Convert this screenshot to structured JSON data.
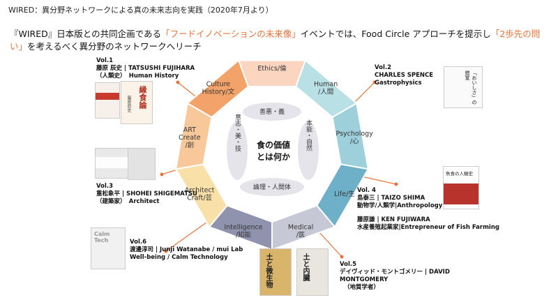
{
  "header": "WIRED：異分野ネットワークによる真の未来志向を実践（2020年7月より）",
  "lead": {
    "part1": "『WIRED』日本版との共同企画である",
    "highlight1": "「フードイノベーションの未来像」",
    "part2": "イベントでは、Food Circle アプローチを提示し",
    "highlight2": "「2歩先の問い」",
    "part3": "を考えるべく異分野のネットワークへリーチ"
  },
  "colors": {
    "accent": "#e8733a",
    "seg_ethics": "#fbd5c0",
    "seg_human": "#b9e0e4",
    "seg_psychology": "#9dd0db",
    "seg_life": "#6fb0c9",
    "seg_medical": "#c7c8d6",
    "seg_intelligence": "#8f93ae",
    "seg_architect": "#f9e0a8",
    "seg_art": "#f9c89a",
    "seg_culture": "#f3a36a",
    "inner": "#e4e4ea"
  },
  "diagram": {
    "segments": [
      {
        "line1": "Ethics/倫",
        "line2": ""
      },
      {
        "line1": "Human",
        "line2": "/人間"
      },
      {
        "line1": "Psychology",
        "line2": "/心"
      },
      {
        "line1": "Life/生",
        "line2": ""
      },
      {
        "line1": "Medical",
        "line2": "/医"
      },
      {
        "line1": "Intelligence",
        "line2": "/知能"
      },
      {
        "line1": "Architect",
        "line2": "Craft/芸"
      },
      {
        "line1": "ART",
        "line2": "Create",
        "line3": "/創"
      },
      {
        "line1": "Culture",
        "line2": "History/文"
      }
    ],
    "inner": {
      "top": "善悪・義",
      "right": "本能・自然",
      "bottom": "論理・人間体",
      "left": "意志・美・技"
    },
    "center": {
      "line1": "食の価値",
      "line2": "とは何か"
    }
  },
  "guests": [
    {
      "vol": "Vol.1",
      "line1": "藤原 辰史 | TATSUSHI FUJIHARA",
      "line2": "（人類史）　Human History"
    },
    {
      "vol": "Vol.2",
      "line1": "CHARLES SPENCE",
      "line2": "Gastrophysics"
    },
    {
      "vol": "Vol.3",
      "line1": "重松象平 | SHOHEI SHIGEMATSU",
      "line2": "（建築家）　Architect"
    },
    {
      "vol": "Vol. 4",
      "line1": "島泰三 | TAIZO SHIMA",
      "line2": "動物学/人類学|Anthropology",
      "line3": "藤原謙 | KEN FUJIWARA",
      "line4": "水産養殖起業家|Entrepreneur of Fish Farming"
    },
    {
      "vol": "Vol.5",
      "line1": "デイヴィッド・モントゴメリー | DAVID",
      "line2": "MONTGOMERY",
      "line3": "（地質学者）"
    },
    {
      "vol": "Vol.6",
      "line1": "渡邊淳司 | Junji Watanabe / mui Lab",
      "line2": "Well-being / Calm Technology"
    }
  ],
  "books": {
    "b1": "縁食論",
    "b1b": "藤原辰史",
    "b2": "「おいしさ」の錯覚",
    "b4": "魚食の人類史",
    "b5a": "土と微生物",
    "b5b": "土と内臓",
    "b6": "Calm Tech"
  }
}
